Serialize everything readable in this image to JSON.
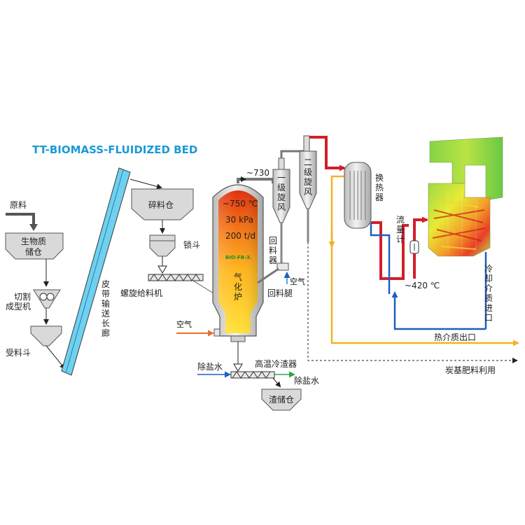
{
  "title": "TT-BIOMASS-FLUIDIZED BED",
  "labels": {
    "raw_material": "原料",
    "biomass_storage_1": "生物质",
    "biomass_storage_2": "储仓",
    "cutter_1": "切割",
    "cutter_2": "成型机",
    "receiving_hopper": "受料斗",
    "belt_gallery": [
      "皮",
      "带",
      "输",
      "送",
      "长",
      "廊"
    ],
    "crush_bin": "碎料仓",
    "lock_hopper": "锁斗",
    "screw_feeder": "螺旋给料机",
    "gasifier_temp": "~750 ℃",
    "gasifier_pressure": "30 kPa",
    "gasifier_capacity": "200 t/d",
    "gasifier_code": "BIO-FB-3.",
    "gasifier_name": [
      "气",
      "化",
      "炉"
    ],
    "air_left": "空气",
    "outlet_temp": "~730 ℃",
    "cyclone_1": [
      "一",
      "级",
      "旋",
      "风"
    ],
    "cyclone_2": [
      "二",
      "级",
      "旋",
      "风"
    ],
    "return_device": [
      "回",
      "料",
      "器"
    ],
    "air_return": "空气",
    "return_leg": "回料腿",
    "heat_exchanger": [
      "换",
      "热",
      "器"
    ],
    "flowmeter": [
      "流",
      "量",
      "计"
    ],
    "temp_420": "~420 ℃",
    "coolant_inlet": [
      "冷",
      "却",
      "介",
      "质",
      "进",
      "口"
    ],
    "heat_medium_outlet": "热介质出口",
    "biochar": "炭基肥料利用",
    "desalted_water_in": "除盐水",
    "slag_cooler": "高温冷渣器",
    "desalted_water_out": "除盐水",
    "slag_bin": "渣储仓"
  },
  "colors": {
    "title": "#1a9ad6",
    "red_pipe": "#d0202a",
    "blue_pipe": "#1f5fbf",
    "yellow_pipe": "#f0b323",
    "orange_air": "#e8702a",
    "green_water": "#2aa845",
    "belt": "#6fd0ef",
    "gasifier_hot": "#e94a12",
    "gasifier_warm": "#ffd21f"
  }
}
